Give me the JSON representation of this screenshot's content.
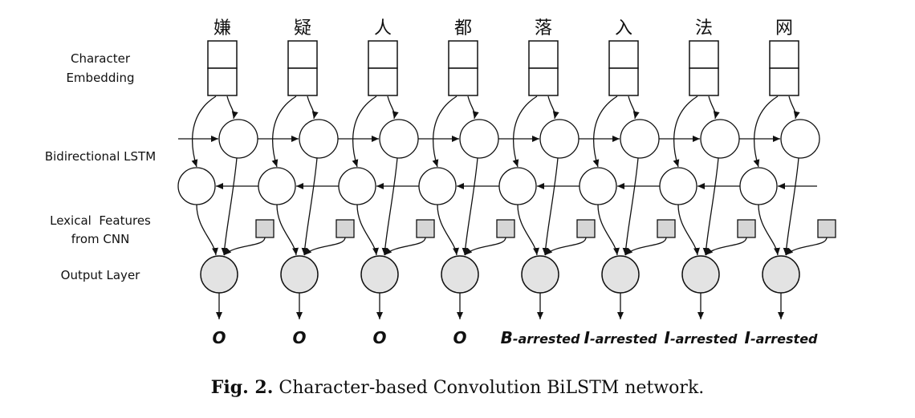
{
  "row_labels": {
    "embedding": [
      "Character",
      "Embedding"
    ],
    "lstm": [
      "Bidirectional LSTM"
    ],
    "lexical": [
      "Lexical  Features",
      "from CNN"
    ],
    "output": [
      "Output Layer"
    ]
  },
  "characters": [
    "嫌",
    "疑",
    "人",
    "都",
    "落",
    "入",
    "法",
    "网"
  ],
  "output_tags": [
    {
      "prefix": "O",
      "suffix": ""
    },
    {
      "prefix": "O",
      "suffix": ""
    },
    {
      "prefix": "O",
      "suffix": ""
    },
    {
      "prefix": "O",
      "suffix": ""
    },
    {
      "prefix": "B",
      "suffix": "-arrested"
    },
    {
      "prefix": "I",
      "suffix": "-arrested"
    },
    {
      "prefix": "I",
      "suffix": "-arrested"
    },
    {
      "prefix": "I",
      "suffix": "-arrested"
    }
  ],
  "caption": {
    "label": "Fig. 2.",
    "text": " Character-based Convolution BiLSTM network."
  },
  "colors": {
    "line": "#111111",
    "node_fill": "#ffffff",
    "output_fill": "#e3e3e3",
    "cnn_fill": "#d6d6d6"
  }
}
